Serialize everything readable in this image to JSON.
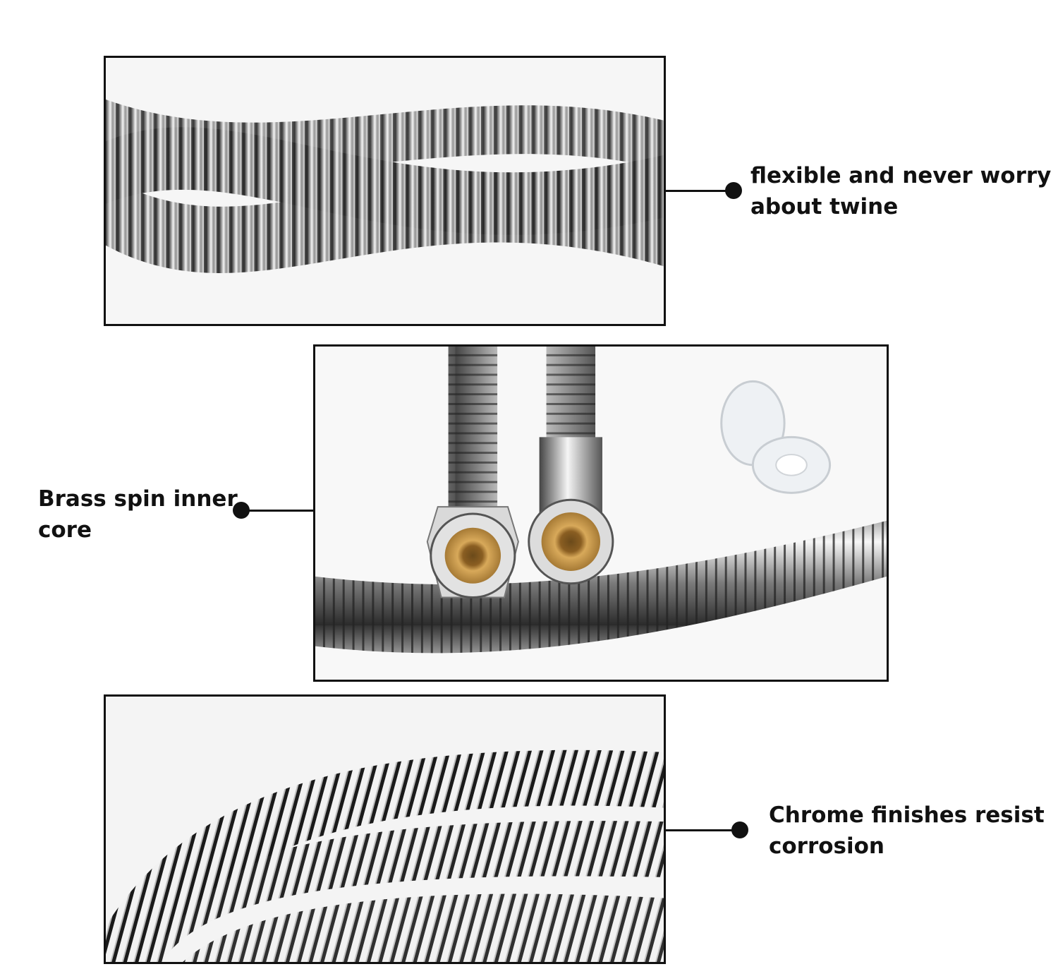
{
  "callouts": {
    "twine": "flexible and never worry about twine",
    "core": "Brass spin inner core",
    "corrosion": "Chrome finishes resist corrosion"
  },
  "colors": {
    "chrome_dark": "#3a3a3a",
    "chrome_mid": "#9a9a9a",
    "chrome_light": "#f2f2f2",
    "brass": "#b8863b",
    "frame": "#111111"
  },
  "images": {
    "top": "braided-chrome-hose-photo",
    "middle": "hose-brass-fittings-photo",
    "bottom": "coiled-chrome-hose-photo"
  }
}
